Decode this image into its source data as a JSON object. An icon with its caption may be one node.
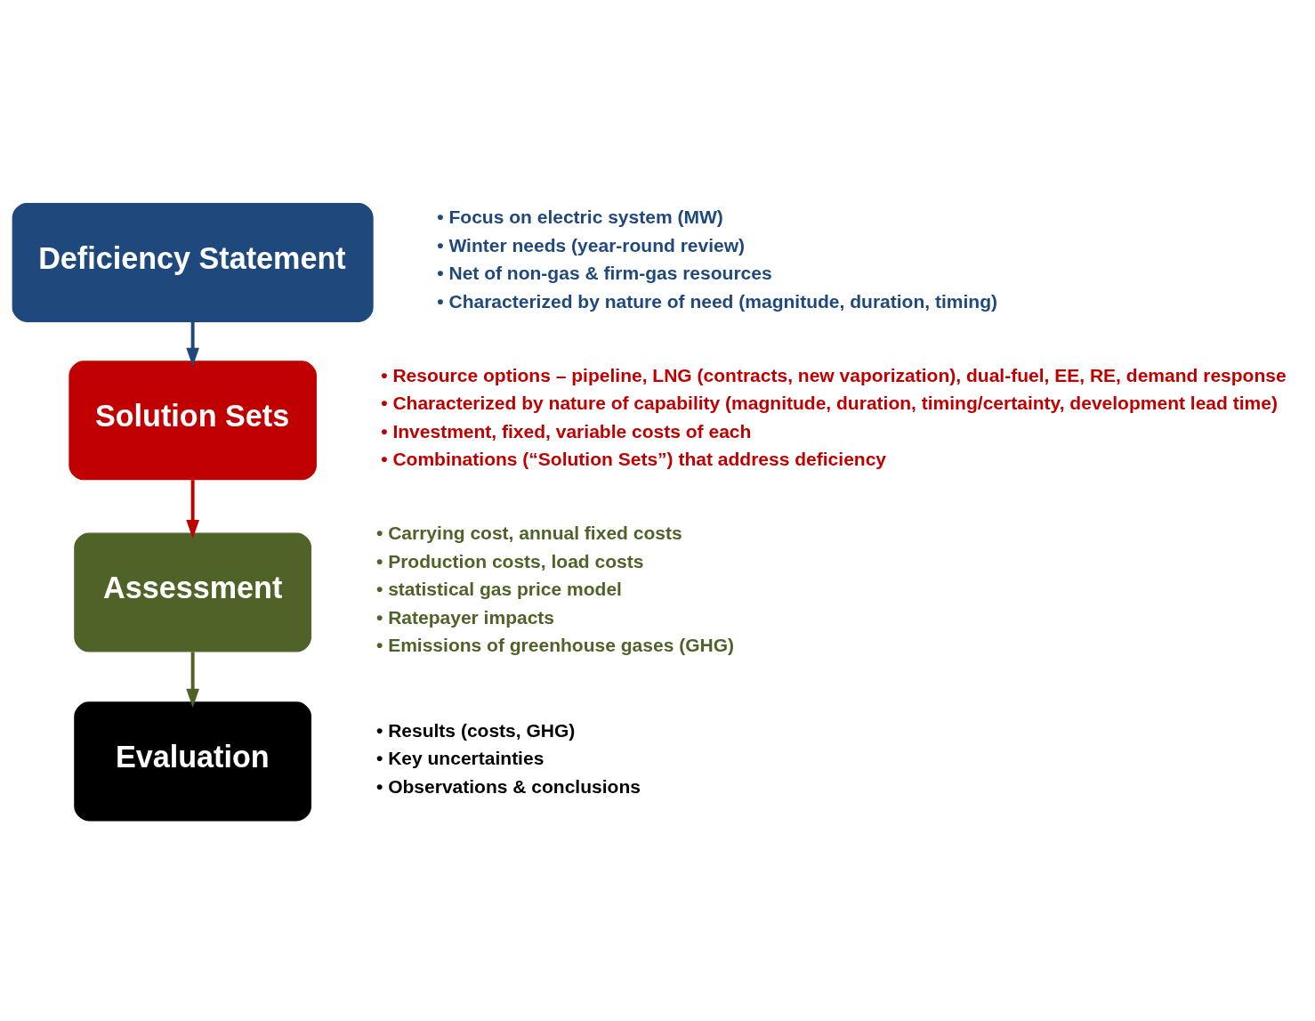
{
  "diagram": {
    "nodes": [
      {
        "text": [
          "Deficiency Statement"
        ],
        "beside": [
          "• Focus on electric system (MW)",
          "• Winter needs (year-round review)",
          "• Net of non-gas & firm-gas resources",
          "• Characterized by nature of need (magnitude, duration, timing)"
        ]
      },
      {
        "text": [
          "Solution Sets"
        ],
        "beside": [
          "• Resource options – pipeline, LNG (contracts, new vaporization), dual-fuel, EE, RE, demand response",
          "• Characterized by nature of capability (magnitude, duration, timing/certainty, development lead time)",
          "• Investment, fixed, variable costs of each",
          "• Combinations (“Solution Sets”) that address deficiency"
        ]
      },
      {
        "text": [
          "Assessment"
        ],
        "beside": [
          "• Carrying cost, annual fixed costs",
          "• Production costs, load costs",
          "• statistical gas price model",
          "• Ratepayer impacts",
          "• Emissions of greenhouse gases (GHG)"
        ]
      },
      {
        "text": [
          "Evaluation"
        ],
        "beside": [
          "• Results (costs, GHG)",
          "• Key uncertainties",
          "• Observations & conclusions"
        ]
      }
    ],
    "edges": [
      {
        "from": 0,
        "to": 1,
        "arrow": "to",
        "color": "#1f497d"
      },
      {
        "from": 1,
        "to": 2,
        "arrow": "to",
        "color": "#c00000"
      },
      {
        "from": 2,
        "to": 3,
        "arrow": "to",
        "color": "#4f6228"
      }
    ]
  }
}
